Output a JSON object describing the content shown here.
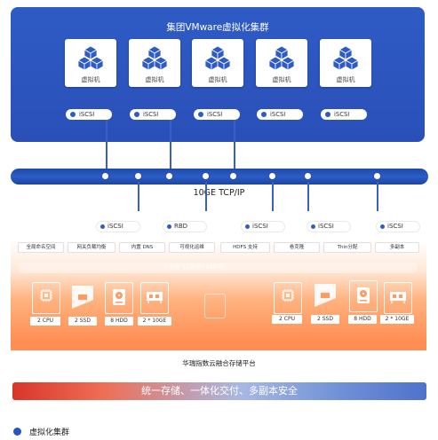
{
  "cluster": {
    "title": "集团VMware虚拟化集群",
    "vms": [
      {
        "label": "虚拟机",
        "iscsi": "iSCSI"
      },
      {
        "label": "虚拟机",
        "iscsi": "iSCSI"
      },
      {
        "label": "虚拟机",
        "iscsi": "iSCSI"
      },
      {
        "label": "虚拟机",
        "iscsi": "iSCSI"
      },
      {
        "label": "虚拟机",
        "iscsi": "iSCSI"
      }
    ]
  },
  "network": {
    "label": "10GE TCP/IP"
  },
  "storage": {
    "protocols": [
      "iSCSI",
      "RBD",
      "iSCSI",
      "iSCSI",
      "iSCSI"
    ],
    "features": [
      "全局命名空间",
      "网关负载均衡",
      "内置 DNS",
      "可视化运维",
      "HDFS 支持",
      "卷克隆",
      "Thin分配",
      "多副本"
    ],
    "pool_label": "存储池（三副本 / 288TB）",
    "nodes": [
      {
        "hw": [
          "2 CPU",
          "2 SSD",
          "8 HDD",
          "2 * 10GE"
        ]
      },
      {
        "hw": [
          "2 CPU",
          "2 SSD",
          "8 HDD",
          "2 * 10GE"
        ]
      }
    ],
    "platform_name": "华瑞指数云融合存储平台"
  },
  "slogan": "统一存储、一体化交付、多副本安全",
  "legend": {
    "label": "虚拟化集群",
    "color": "#2a55c0"
  },
  "colors": {
    "cluster": "#2f5bc5",
    "bus": "#2a50b8",
    "platform": "#ff8a4f"
  }
}
